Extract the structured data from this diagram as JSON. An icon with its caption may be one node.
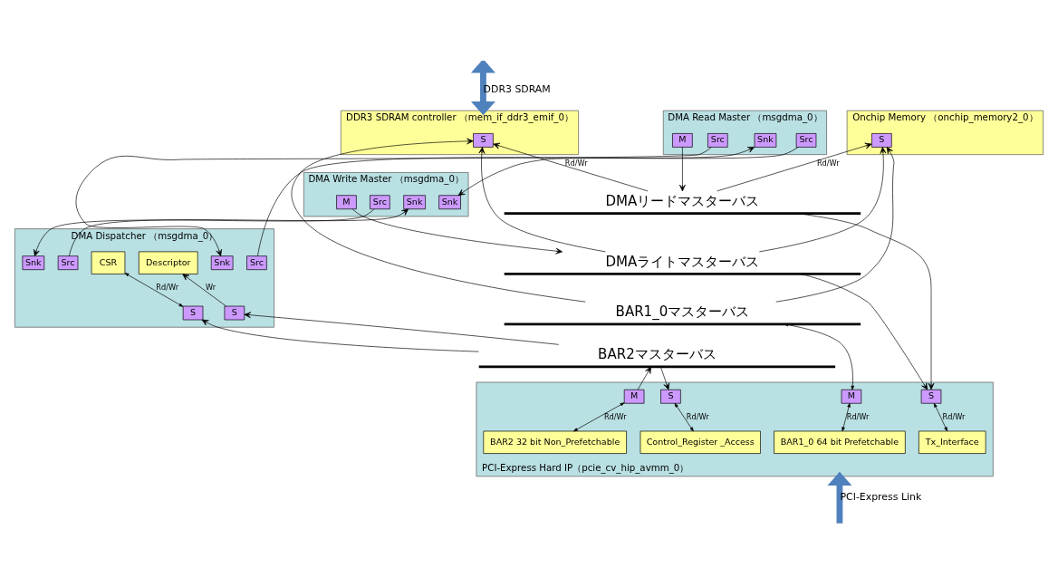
{
  "diagram": {
    "nodes": [
      {
        "text": [
          "Onchip Memory （onchip_memory2_0）"
        ]
      },
      {
        "text": [
          "S"
        ],
        "in": 0
      },
      {
        "text": [
          "DMA Read Master （msgdma_0）"
        ]
      },
      {
        "text": [
          "Src"
        ],
        "in": 2
      },
      {
        "text": [
          "Snk"
        ],
        "in": 2
      },
      {
        "text": [
          "Src"
        ],
        "in": 2
      },
      {
        "text": [
          "M"
        ],
        "in": 2
      },
      {
        "text": [
          "DMA Dispatcher （msgdma_0）"
        ]
      },
      {
        "text": [
          "Src"
        ],
        "in": 7
      },
      {
        "text": [
          "Snk"
        ],
        "in": 7
      },
      {
        "text": [
          "Descriptor"
        ],
        "in": 7
      },
      {
        "text": [
          "CSR"
        ],
        "in": 7
      },
      {
        "text": [
          "Src"
        ],
        "in": 7
      },
      {
        "text": [
          "Snk"
        ],
        "in": 7
      },
      {
        "text": [
          "S"
        ],
        "in": 7
      },
      {
        "text": [
          "S"
        ],
        "in": 7
      },
      {
        "text": [
          "DMA Write Master （msgdma_0）"
        ]
      },
      {
        "text": [
          "Snk"
        ],
        "in": 16
      },
      {
        "text": [
          "Snk"
        ],
        "in": 16
      },
      {
        "text": [
          "Src"
        ],
        "in": 16
      },
      {
        "text": [
          "M"
        ],
        "in": 16
      },
      {
        "text": [
          "DDR3 SDRAM controller （mem_if_ddr3_emif_0）"
        ]
      },
      {
        "text": [
          "S"
        ],
        "in": 21
      },
      {
        "text": [
          "DMAリードマスターバス"
        ]
      },
      {
        "text": [
          "DMAライトマスターバス"
        ]
      },
      {
        "text": [
          "BAR1_0マスターバス"
        ]
      },
      {
        "text": [
          "BAR2マスターバス"
        ]
      },
      {
        "text": [
          "PCI-Express Hard IP（pcie_cv_hip_avmm_0）"
        ]
      },
      {
        "text": [
          "S"
        ],
        "in": 27
      },
      {
        "text": [
          "S"
        ],
        "in": 27
      },
      {
        "text": [
          "M"
        ],
        "in": 27
      },
      {
        "text": [
          "M"
        ],
        "in": 27
      },
      {
        "text": [
          "Tx_Interface"
        ],
        "in": 27
      },
      {
        "text": [
          "Control_Register _Access"
        ],
        "in": 27
      },
      {
        "text": [
          "BAR2 32 bit Non_Prefetchable"
        ],
        "in": 27
      },
      {
        "text": [
          "BAR1_0 64 bit Prefetchable"
        ],
        "in": 27
      }
    ],
    "edges": [
      {
        "from": 3,
        "to": 17,
        "arrow": "to"
      },
      {
        "from": 8,
        "to": 4,
        "arrow": "to"
      },
      {
        "from": 5,
        "to": 9,
        "arrow": "to"
      },
      {
        "from": 12,
        "to": 18,
        "arrow": "to"
      },
      {
        "from": 19,
        "to": 13,
        "arrow": "to"
      },
      {
        "from": 14,
        "to": 10,
        "arrow": "to",
        "label": "Wr"
      },
      {
        "from": 11,
        "to": 15,
        "arrow": "both",
        "label": "Rd/Wr"
      },
      {
        "from": 6,
        "to": 23,
        "arrow": "to"
      },
      {
        "from": 20,
        "to": 24,
        "arrow": "to"
      },
      {
        "from": 23,
        "to": 1,
        "arrow": "to",
        "label": "Rd/Wr"
      },
      {
        "from": 24,
        "to": 1,
        "arrow": "to"
      },
      {
        "from": 25,
        "to": 1,
        "arrow": "to"
      },
      {
        "from": 23,
        "to": 22,
        "arrow": "to",
        "label": "Rd/Wr"
      },
      {
        "from": 24,
        "to": 22,
        "arrow": "to"
      },
      {
        "from": 25,
        "to": 22,
        "arrow": "to"
      },
      {
        "from": 23,
        "to": 28,
        "arrow": "to"
      },
      {
        "from": 24,
        "to": 28,
        "arrow": "to"
      },
      {
        "from": 26,
        "to": 29,
        "arrow": "to"
      },
      {
        "from": 30,
        "to": 26,
        "arrow": "to"
      },
      {
        "from": 26,
        "to": 14,
        "arrow": "to"
      },
      {
        "from": 26,
        "to": 15,
        "arrow": "to"
      },
      {
        "from": 31,
        "to": 25,
        "arrow": "both"
      },
      {
        "from": 28,
        "to": 32,
        "arrow": "both",
        "label": "Rd/Wr"
      },
      {
        "from": 29,
        "to": 33,
        "arrow": "both",
        "label": "Rd/Wr"
      },
      {
        "from": 30,
        "to": 34,
        "arrow": "both",
        "label": "Rd/Wr"
      },
      {
        "from": 31,
        "to": 35,
        "arrow": "both",
        "label": "Rd/Wr"
      },
      {
        "from": null,
        "to": 21,
        "arrow": "both",
        "label": "DDR3 SDRAM",
        "style": "thick",
        "color": "#4f81bd"
      },
      {
        "from": null,
        "to": 27,
        "arrow": "to",
        "label": "PCI-Express Link",
        "style": "thick",
        "color": "#4f81bd"
      }
    ]
  }
}
